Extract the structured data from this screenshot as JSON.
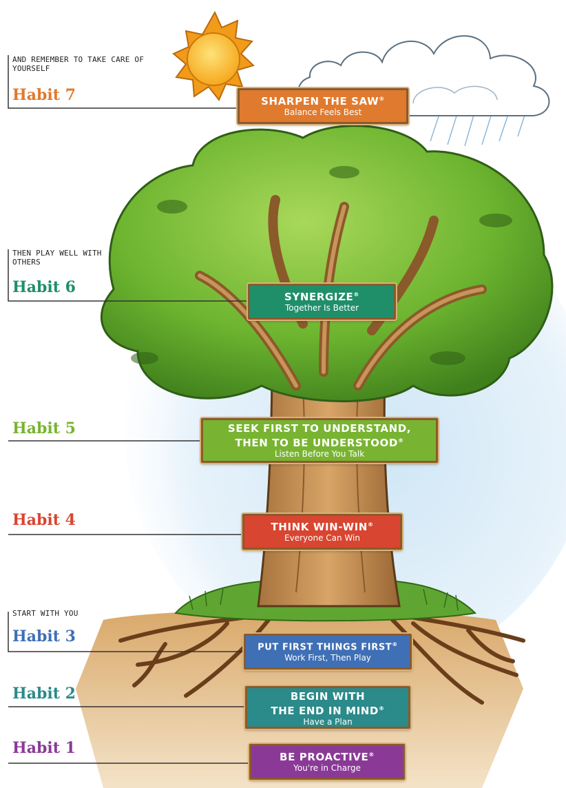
{
  "colors": {
    "habit7": "#e07a2e",
    "habit6": "#1f8f6a",
    "habit5": "#78b431",
    "habit4": "#d84530",
    "habit3": "#3f6fb5",
    "habit2": "#2b8a8a",
    "habit1": "#8a3a96",
    "frame_wood": "#8b5a2b"
  },
  "icons": [
    "sun-icon",
    "cloud-icon",
    "tree-icon",
    "roots-icon",
    "grass-icon"
  ],
  "sections": [
    {
      "note": "AND REMEMBER TO TAKE CARE OF YOURSELF"
    },
    {
      "note": "THEN PLAY WELL WITH OTHERS"
    },
    {
      "note": "START WITH YOU"
    }
  ],
  "habits": [
    {
      "label": "Habit 7",
      "title": "SHARPEN THE SAW",
      "mark": "®",
      "subtitle": "Balance Feels Best"
    },
    {
      "label": "Habit 6",
      "title": "SYNERGIZE",
      "mark": "®",
      "subtitle": "Together Is Better"
    },
    {
      "label": "Habit 5",
      "title": "SEEK FIRST TO UNDERSTAND,",
      "title2": "THEN TO BE UNDERSTOOD",
      "mark": "®",
      "subtitle": "Listen Before You Talk"
    },
    {
      "label": "Habit 4",
      "title": "THINK WIN-WIN",
      "mark": "®",
      "subtitle": "Everyone Can Win"
    },
    {
      "label": "Habit 3",
      "title": "PUT FIRST THINGS FIRST",
      "mark": "®",
      "subtitle": "Work First, Then Play"
    },
    {
      "label": "Habit 2",
      "title": "BEGIN WITH",
      "title2": "THE END IN MIND",
      "mark": "®",
      "subtitle": "Have a Plan"
    },
    {
      "label": "Habit 1",
      "title": "BE PROACTIVE",
      "mark": "®",
      "subtitle": "You're in Charge"
    }
  ]
}
